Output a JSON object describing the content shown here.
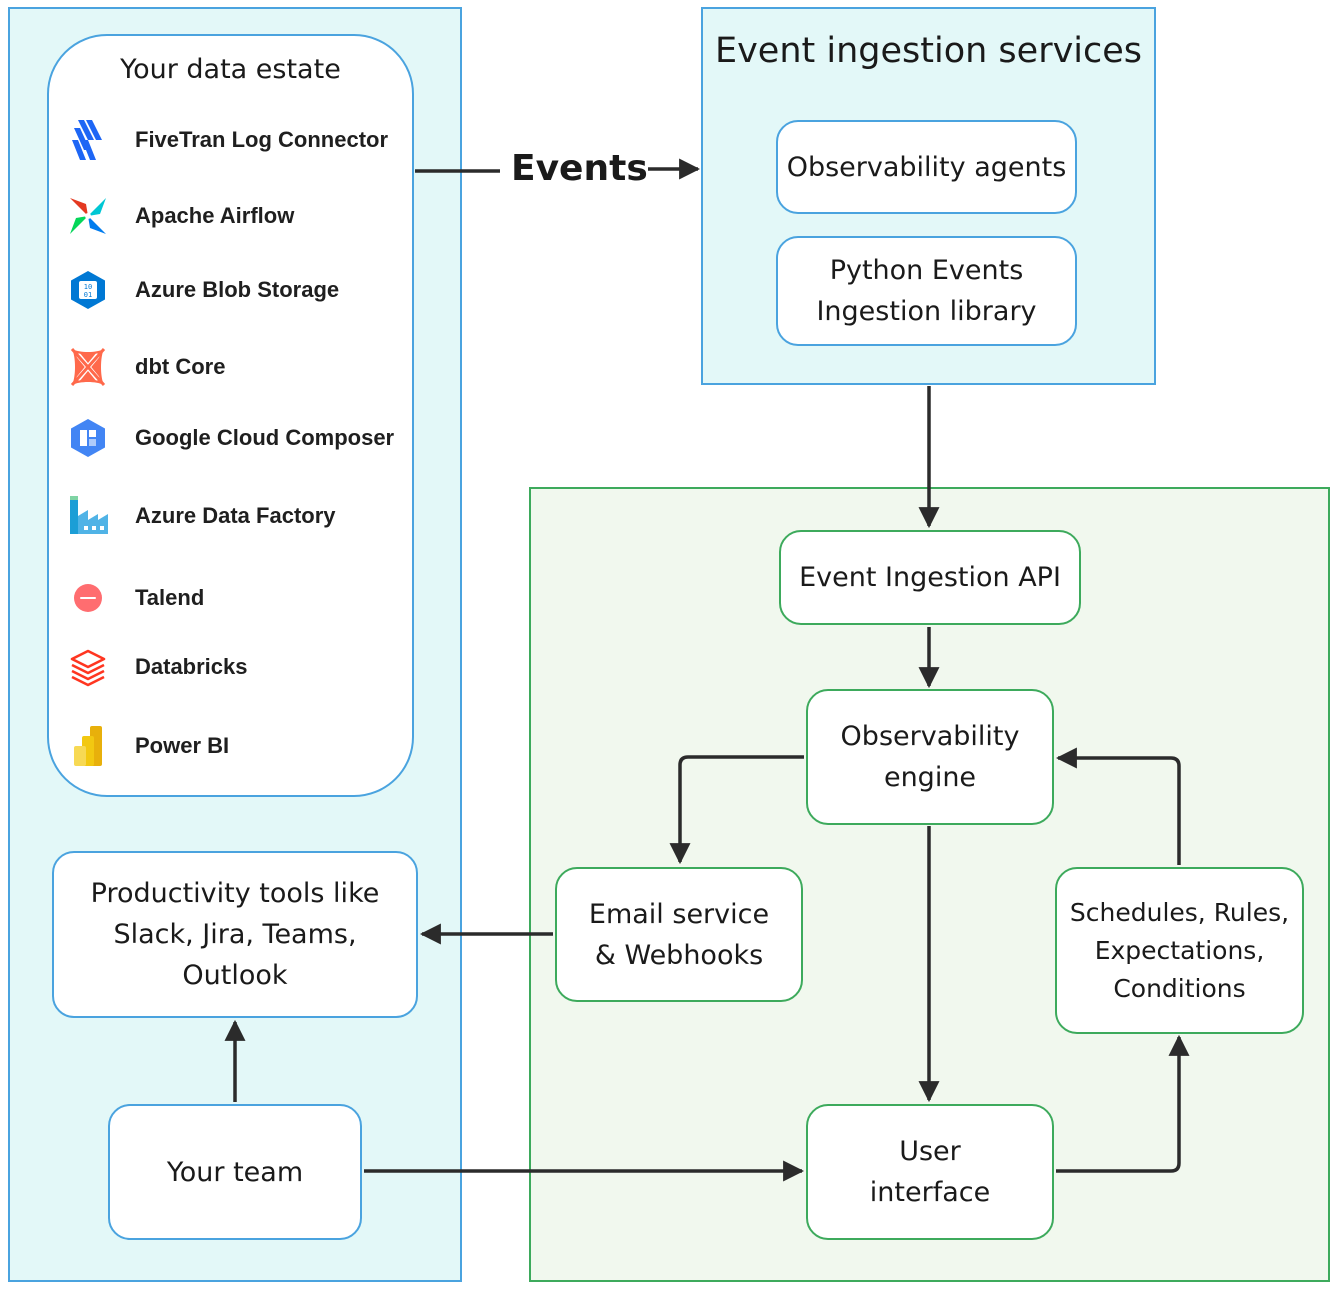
{
  "data_estate": {
    "title": "Your data estate",
    "tools": [
      {
        "label": "FiveTran Log Connector",
        "icon": "fivetran-icon"
      },
      {
        "label": "Apache Airflow",
        "icon": "airflow-icon"
      },
      {
        "label": "Azure Blob Storage",
        "icon": "azure-blob-icon"
      },
      {
        "label": "dbt Core",
        "icon": "dbt-icon"
      },
      {
        "label": "Google Cloud Composer",
        "icon": "cloud-composer-icon"
      },
      {
        "label": "Azure Data Factory",
        "icon": "data-factory-icon"
      },
      {
        "label": "Talend",
        "icon": "talend-icon"
      },
      {
        "label": "Databricks",
        "icon": "databricks-icon"
      },
      {
        "label": "Power BI",
        "icon": "powerbi-icon"
      }
    ]
  },
  "events_label": "Events",
  "ingestion_services": {
    "title": "Event ingestion services",
    "agents": "Observability agents",
    "python_lib": "Python Events\nIngestion library"
  },
  "productivity_tools": "Productivity tools like\nSlack, Jira, Teams,\nOutlook",
  "your_team": "Your team",
  "platform": {
    "api": "Event Ingestion API",
    "engine": "Observability\nengine",
    "email": "Email service\n& Webhooks",
    "schedules": "Schedules, Rules,\nExpectations,\nConditions",
    "ui": "User\ninterface"
  },
  "colors": {
    "blue_panel_fill": "#e3f8f8",
    "blue_border": "#4aa3df",
    "green_panel_fill": "#f1f8ee",
    "green_border": "#3daa5c",
    "arrow": "#2b2b2b"
  }
}
